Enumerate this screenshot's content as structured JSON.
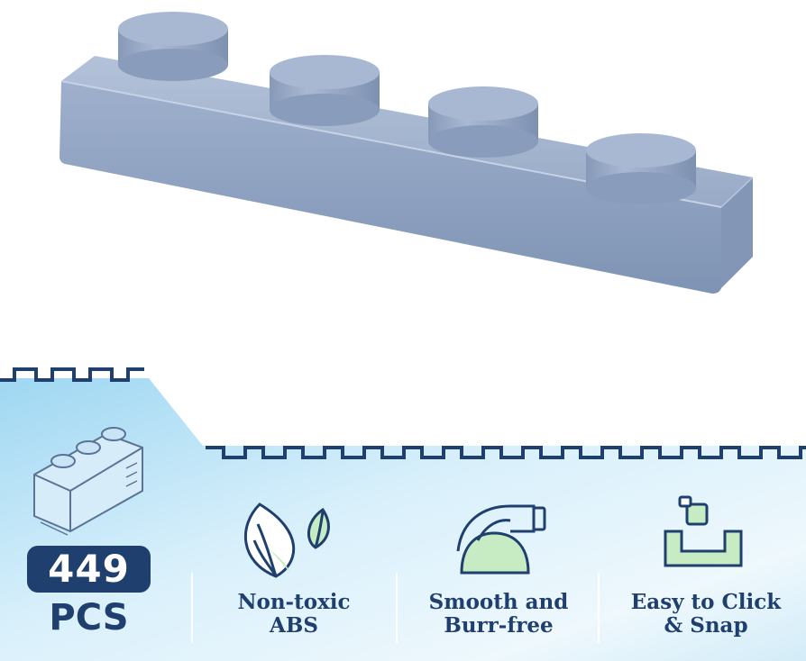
{
  "product": {
    "piece_count": "449",
    "piece_unit": "PCS"
  },
  "features": [
    {
      "line1": "Non-toxic",
      "line2": "ABS",
      "icon": "leaf-icon"
    },
    {
      "line1": "Smooth and",
      "line2": "Burr-free",
      "icon": "polish-hand-icon"
    },
    {
      "line1": "Easy to Click",
      "line2": "& Snap",
      "icon": "snap-fit-icon"
    }
  ],
  "colors": {
    "brick": "#8fa1bf",
    "banner_light": "#eef7fd",
    "banner_dark": "#8fd0ef",
    "brand_navy": "#1f3f6e",
    "icon_green": "#c7ecc3"
  }
}
